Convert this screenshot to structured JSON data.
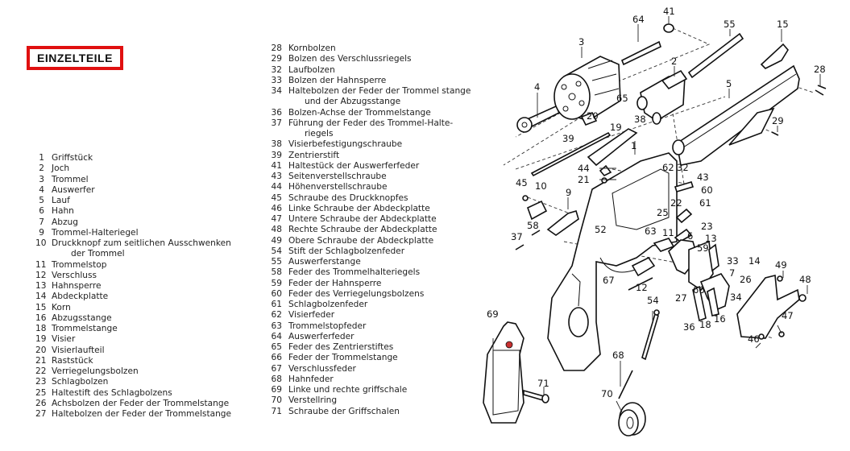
{
  "title": "EINZELTEILE",
  "accent_color": "#e01010",
  "parts_left": [
    {
      "num": "1",
      "name": "Griffstück"
    },
    {
      "num": "2",
      "name": "Joch"
    },
    {
      "num": "3",
      "name": "Trommel"
    },
    {
      "num": "4",
      "name": "Auswerfer"
    },
    {
      "num": "5",
      "name": "Lauf"
    },
    {
      "num": "6",
      "name": "Hahn"
    },
    {
      "num": "7",
      "name": "Abzug"
    },
    {
      "num": "9",
      "name": "Trommel-Halteriegel"
    },
    {
      "num": "10",
      "name": "Druckknopf zum seitlichen Ausschwenken",
      "cont": "der Trommel"
    },
    {
      "num": "11",
      "name": "Trommelstop"
    },
    {
      "num": "12",
      "name": "Verschluss"
    },
    {
      "num": "13",
      "name": "Hahnsperre"
    },
    {
      "num": "14",
      "name": "Abdeckplatte"
    },
    {
      "num": "15",
      "name": "Korn"
    },
    {
      "num": "16",
      "name": "Abzugsstange"
    },
    {
      "num": "18",
      "name": "Trommelstange"
    },
    {
      "num": "19",
      "name": "Visier"
    },
    {
      "num": "20",
      "name": "Visierlaufteil"
    },
    {
      "num": "21",
      "name": "Raststück"
    },
    {
      "num": "22",
      "name": "Verriegelungsbolzen"
    },
    {
      "num": "23",
      "name": "Schlagbolzen"
    },
    {
      "num": "25",
      "name": "Haltestift des Schlagbolzens"
    },
    {
      "num": "26",
      "name": "Achsbolzen der Feder der Trommelstange"
    },
    {
      "num": "27",
      "name": "Haltebolzen der Feder der Trommelstange"
    }
  ],
  "parts_right": [
    {
      "num": "28",
      "name": "Kornbolzen"
    },
    {
      "num": "29",
      "name": "Bolzen des Verschlussriegels"
    },
    {
      "num": "32",
      "name": "Laufbolzen"
    },
    {
      "num": "33",
      "name": "Bolzen der Hahnsperre"
    },
    {
      "num": "34",
      "name": "Haltebolzen der Feder der Trommel stange",
      "cont": "und der Abzugsstange"
    },
    {
      "num": "36",
      "name": "Bolzen-Achse der Trommelstange"
    },
    {
      "num": "37",
      "name": "Führung der Feder des Trommel-Halte-",
      "cont": "riegels"
    },
    {
      "num": "38",
      "name": "Visierbefestigungschraube"
    },
    {
      "num": "39",
      "name": "Zentrierstift"
    },
    {
      "num": "41",
      "name": "Haltestück der Auswerferfeder"
    },
    {
      "num": "43",
      "name": "Seitenverstellschraube"
    },
    {
      "num": "44",
      "name": "Höhenverstellschraube"
    },
    {
      "num": "45",
      "name": "Schraube des Druckknopfes"
    },
    {
      "num": "46",
      "name": "Linke Schraube der Abdeckplatte"
    },
    {
      "num": "47",
      "name": "Untere Schraube der Abdeckplatte"
    },
    {
      "num": "48",
      "name": "Rechte Schraube der Abdeckplatte"
    },
    {
      "num": "49",
      "name": "Obere Schraube der Abdeckplatte"
    },
    {
      "num": "54",
      "name": "Stift der Schlagbolzenfeder"
    },
    {
      "num": "55",
      "name": "Auswerferstange"
    },
    {
      "num": "58",
      "name": "Feder des Trommelhalteriegels"
    },
    {
      "num": "59",
      "name": "Feder der Hahnsperre"
    },
    {
      "num": "60",
      "name": "Feder des Verriegelungsbolzens"
    },
    {
      "num": "61",
      "name": "Schlagbolzenfeder"
    },
    {
      "num": "62",
      "name": "Visierfeder"
    },
    {
      "num": "63",
      "name": "Trommelstopfeder"
    },
    {
      "num": "64",
      "name": "Auswerferfeder"
    },
    {
      "num": "65",
      "name": "Feder des Zentrierstiftes"
    },
    {
      "num": "66",
      "name": "Feder der Trommelstange"
    },
    {
      "num": "67",
      "name": "Verschlussfeder"
    },
    {
      "num": "68",
      "name": "Hahnfeder"
    },
    {
      "num": "69",
      "name": "Linke und rechte griffschale"
    },
    {
      "num": "70",
      "name": "Verstellring"
    },
    {
      "num": "71",
      "name": "Schraube der Griffschalen"
    }
  ],
  "diagram_labels": {
    "l1": "1",
    "l2": "2",
    "l3": "3",
    "l4": "4",
    "l5": "5",
    "l6": "6",
    "l7": "7",
    "l9": "9",
    "l10": "10",
    "l11": "11",
    "l12": "12",
    "l13": "13",
    "l14": "14",
    "l15": "15",
    "l16": "16",
    "l18": "18",
    "l19": "19",
    "l20": "20",
    "l21": "21",
    "l22": "22",
    "l23": "23",
    "l25": "25",
    "l26": "26",
    "l27": "27",
    "l28": "28",
    "l29": "29",
    "l32": "32",
    "l33": "33",
    "l34": "34",
    "l36": "36",
    "l37": "37",
    "l38": "38",
    "l39": "39",
    "l41": "41",
    "l43": "43",
    "l44": "44",
    "l45": "45",
    "l46": "46",
    "l47": "47",
    "l48": "48",
    "l49": "49",
    "l52": "52",
    "l54": "54",
    "l55": "55",
    "l58": "58",
    "l59": "59",
    "l60": "60",
    "l61": "61",
    "l62": "62",
    "l63": "63",
    "l64": "64",
    "l65": "65",
    "l66": "66",
    "l67": "67",
    "l68": "68",
    "l69": "69",
    "l70": "70",
    "l71": "71"
  }
}
